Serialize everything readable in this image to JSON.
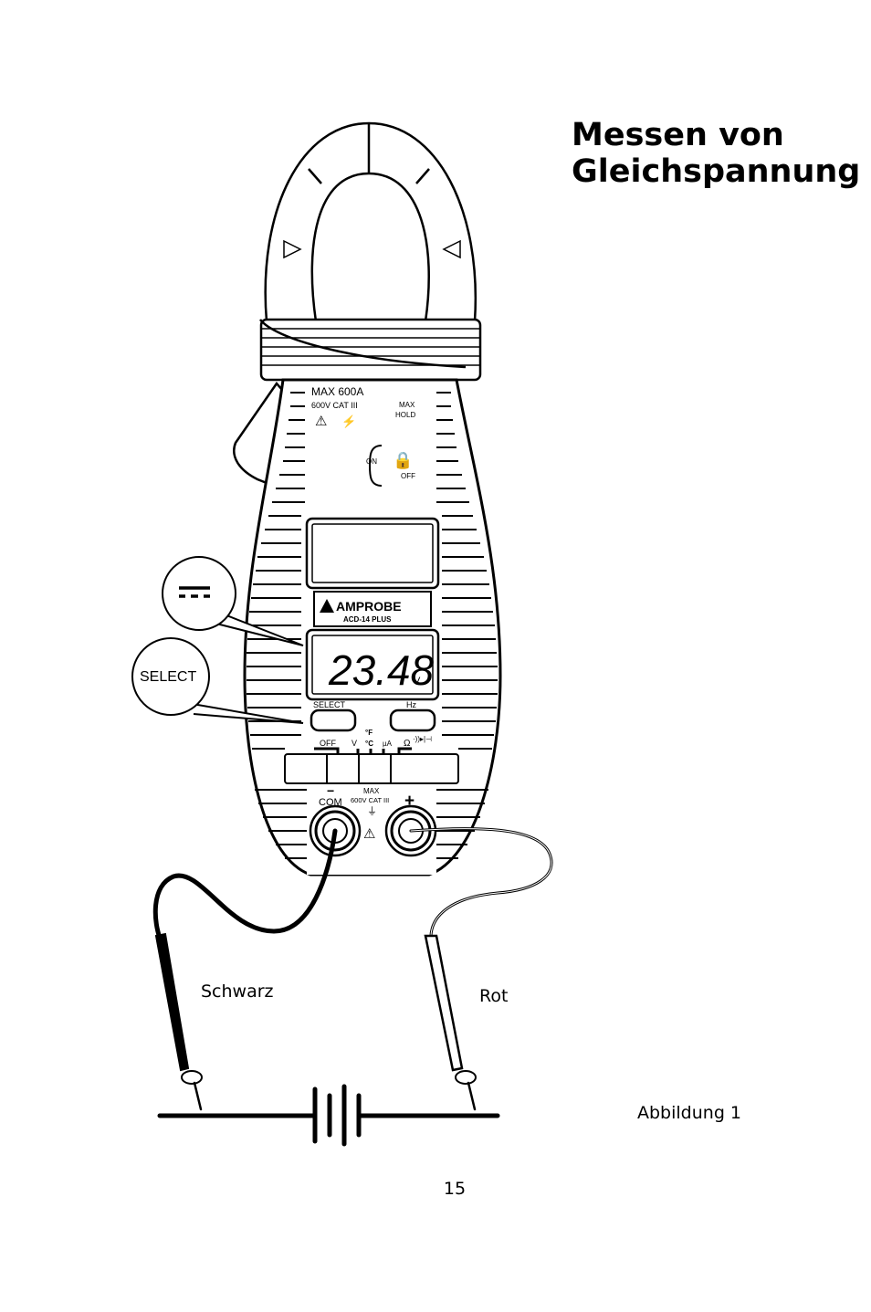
{
  "document": {
    "title_lines": [
      "Messen von",
      "Gleichspannung"
    ],
    "figure_caption": "Abbildung 1",
    "page_number": "15"
  },
  "meter": {
    "max_current": "MAX 600A",
    "category": "600V CAT III",
    "max_hold_line1": "MAX",
    "max_hold_line2": "HOLD",
    "on_label": "ON",
    "off_button": "OFF",
    "brand": "AMPROBE",
    "model": "ACD-14 PLUS",
    "reading": "23.48",
    "unit": "V",
    "select_button": "SELECT",
    "hz_button": "Hz",
    "dial_off": "OFF",
    "dial_v": "V",
    "dial_temp_f": "°F",
    "dial_temp_c": "°C",
    "dial_ua": "µA",
    "dial_ohm": "Ω",
    "terminal_com": "COM",
    "terminal_max": "MAX",
    "terminal_cat": "600V CAT III"
  },
  "callouts": {
    "select": "SELECT"
  },
  "leads": {
    "black": "Schwarz",
    "red": "Rot"
  }
}
